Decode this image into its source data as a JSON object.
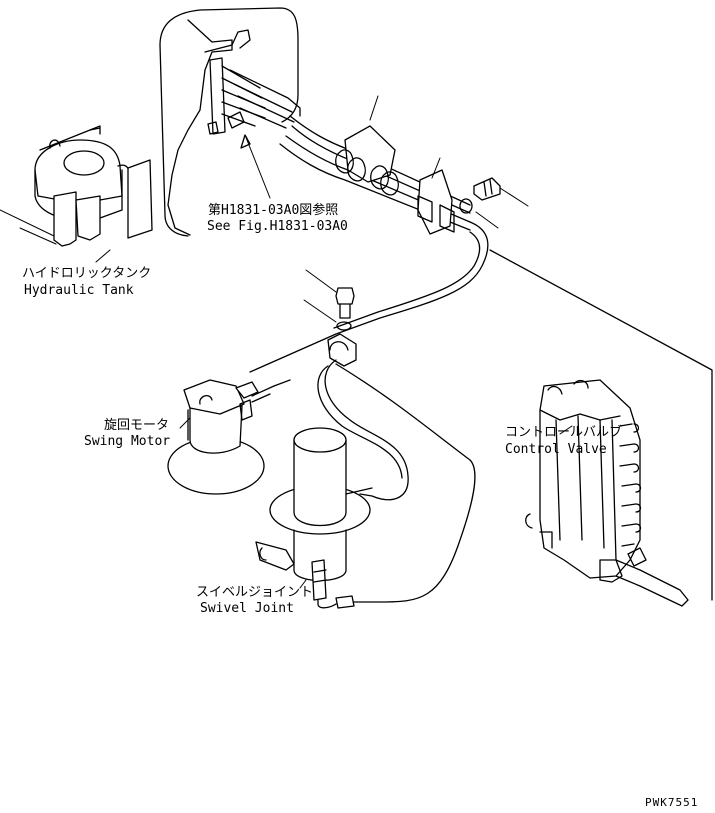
{
  "labels": {
    "see_fig_jp": "第H1831-03A0図参照",
    "see_fig_en": "See Fig.H1831-03A0",
    "hydraulic_tank_jp": "ハイドロリックタンク",
    "hydraulic_tank_en": "Hydraulic Tank",
    "swing_motor_jp": "旋回モータ",
    "swing_motor_en": "Swing Motor",
    "control_valve_jp": "コントロールバルブ",
    "control_valve_en": "Control Valve",
    "swivel_joint_jp": "スイベルジョイント",
    "swivel_joint_en": "Swivel Joint",
    "drawing_code": "PWK7551"
  }
}
